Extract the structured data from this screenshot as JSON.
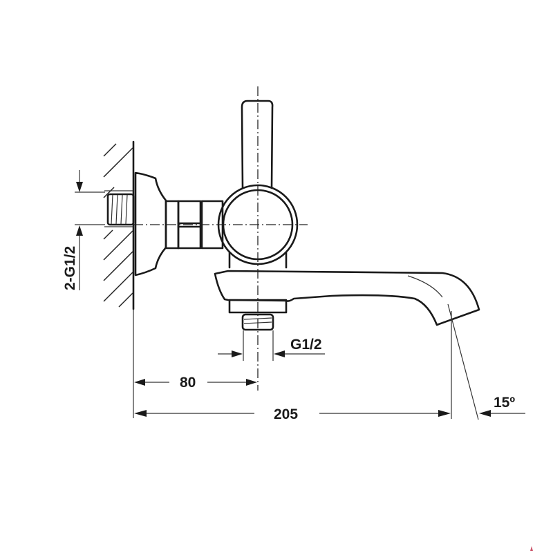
{
  "drawing": {
    "subject": "wall-mounted bath mixer faucet side view",
    "dimensions": {
      "inlet_thread": "2-G1/2",
      "outlet_thread": "G1/2",
      "wall_to_center": "80",
      "wall_to_spout_tip": "205",
      "spout_angle": "15º"
    },
    "colors": {
      "line": "#1a1a1a",
      "background": "#ffffff",
      "artifact": "#c0304a"
    }
  }
}
